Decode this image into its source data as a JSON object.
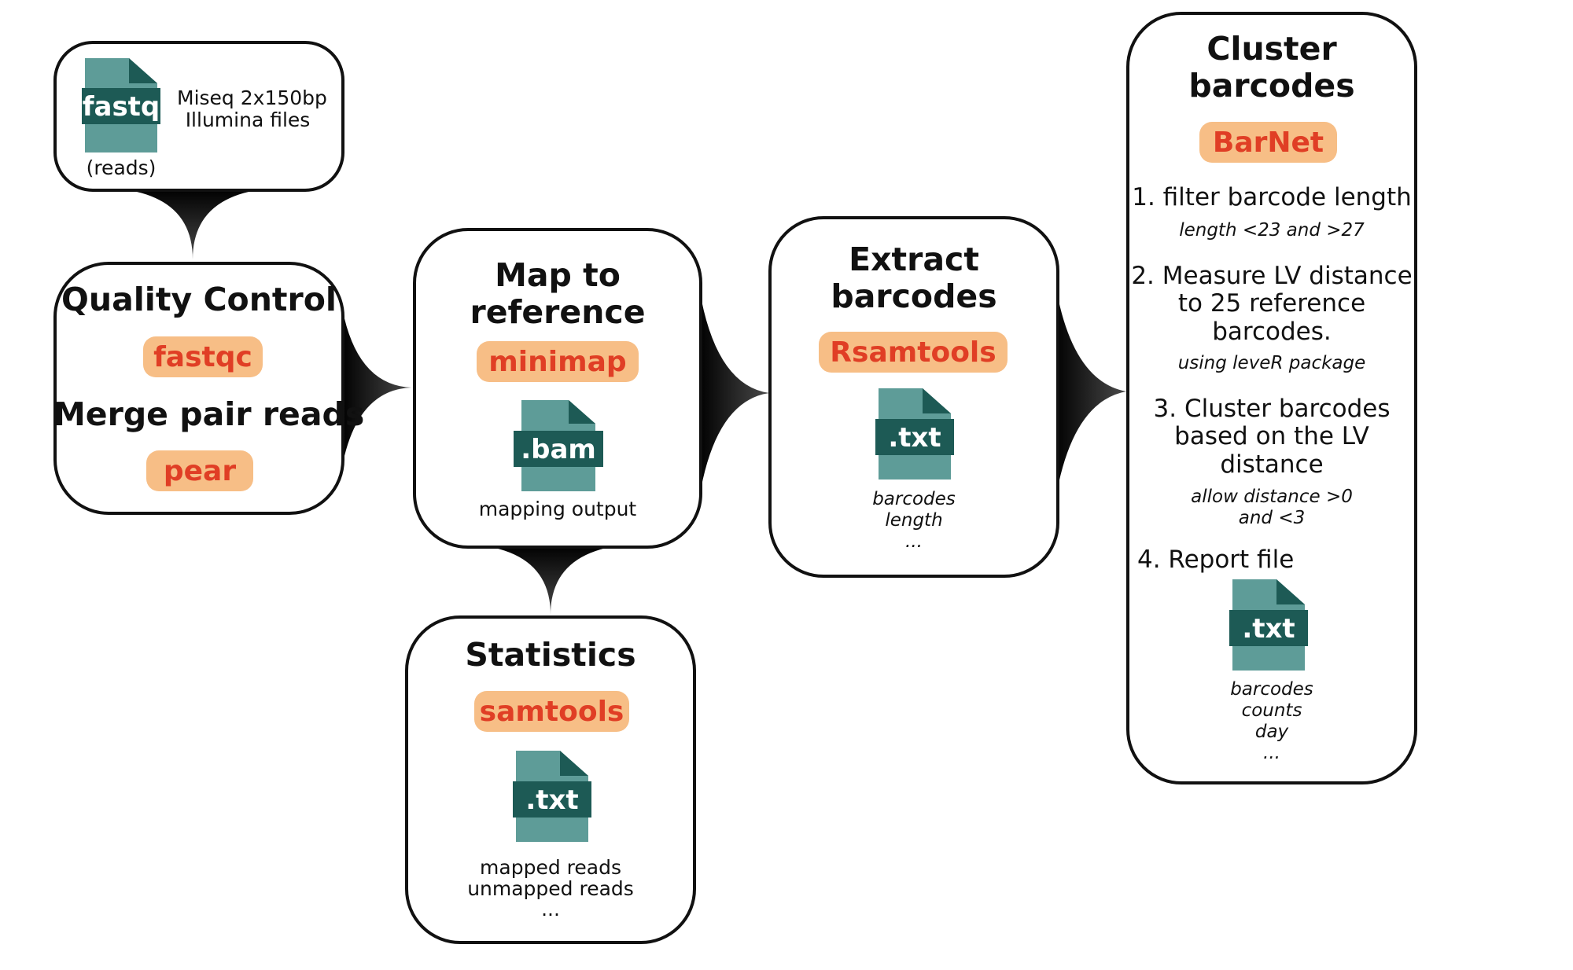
{
  "colors": {
    "file_body": "#5e9c98",
    "file_band": "#1d5a55",
    "pill_bg": "#f7be86",
    "pill_text": "#e03e25",
    "stroke": "#111111"
  },
  "reads": {
    "icon_label": "fastq",
    "desc_line1": "Miseq 2x150bp",
    "desc_line2": "Illumina files",
    "caption": "(reads)"
  },
  "qc": {
    "title": "Quality Control",
    "tool1": "fastqc",
    "subtitle": "Merge pair reads",
    "tool2": "pear"
  },
  "map": {
    "title_line1": "Map to",
    "title_line2": "reference",
    "tool": "minimap",
    "icon_label": ".bam",
    "caption": "mapping output"
  },
  "stats": {
    "title": "Statistics",
    "tool": "samtools",
    "icon_label": ".txt",
    "cap1": "mapped reads",
    "cap2": "unmapped reads",
    "cap3": "..."
  },
  "extract": {
    "title_line1": "Extract",
    "title_line2": "barcodes",
    "tool": "Rsamtools",
    "icon_label": ".txt",
    "cap1": "barcodes",
    "cap2": "length",
    "cap3": "..."
  },
  "cluster": {
    "title_line1": "Cluster",
    "title_line2": "barcodes",
    "tool": "BarNet",
    "step1": "1. filter barcode length",
    "step1_note": "length <23 and >27",
    "step2_l1": "2. Measure LV distance",
    "step2_l2": "to 25 reference",
    "step2_l3": "barcodes.",
    "step2_note": "using leveR package",
    "step3_l1": "3. Cluster barcodes",
    "step3_l2": "based on the LV",
    "step3_l3": "distance",
    "step3_note1": "allow distance >0",
    "step3_note2": "and <3",
    "step4": "4. Report file",
    "icon_label": ".txt",
    "cap1": "barcodes",
    "cap2": "counts",
    "cap3": "day",
    "cap4": "..."
  }
}
